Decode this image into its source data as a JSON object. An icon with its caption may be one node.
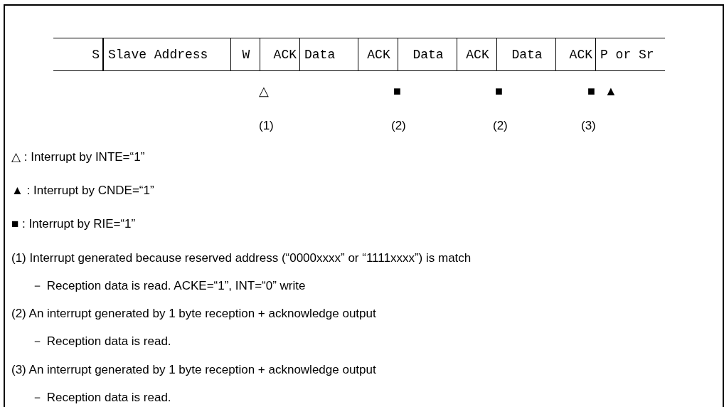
{
  "diagram": {
    "nodes": [
      {
        "text": [
          "S"
        ]
      },
      {
        "text": [
          "Slave Address"
        ]
      },
      {
        "text": [
          "W"
        ]
      },
      {
        "text": [
          "ACK"
        ]
      },
      {
        "text": [
          "Data"
        ]
      },
      {
        "text": [
          "ACK"
        ]
      },
      {
        "text": [
          "Data"
        ]
      },
      {
        "text": [
          "ACK"
        ]
      },
      {
        "text": [
          "Data"
        ]
      },
      {
        "text": [
          "ACK"
        ]
      },
      {
        "text": [
          "P or Sr"
        ]
      }
    ],
    "labels": [
      "△",
      "■",
      "■",
      "■",
      "▲",
      "(1)",
      "(2)",
      "(2)",
      "(3)",
      "△ : Interrupt by INTE=“1”",
      "▲ : Interrupt by CNDE=“1”",
      "■ : Interrupt by RIE=“1”",
      "(1) Interrupt generated because reserved address (“0000xxxx” or “1111xxxx”) is match",
      "－ Reception data is read. ACKE=“1”, INT=“0” write",
      "(2) An interrupt generated by 1 byte reception + acknowledge output",
      "－ Reception data is read.",
      "(3) An interrupt generated by 1 byte reception + acknowledge output",
      "－ Reception data is read."
    ]
  }
}
